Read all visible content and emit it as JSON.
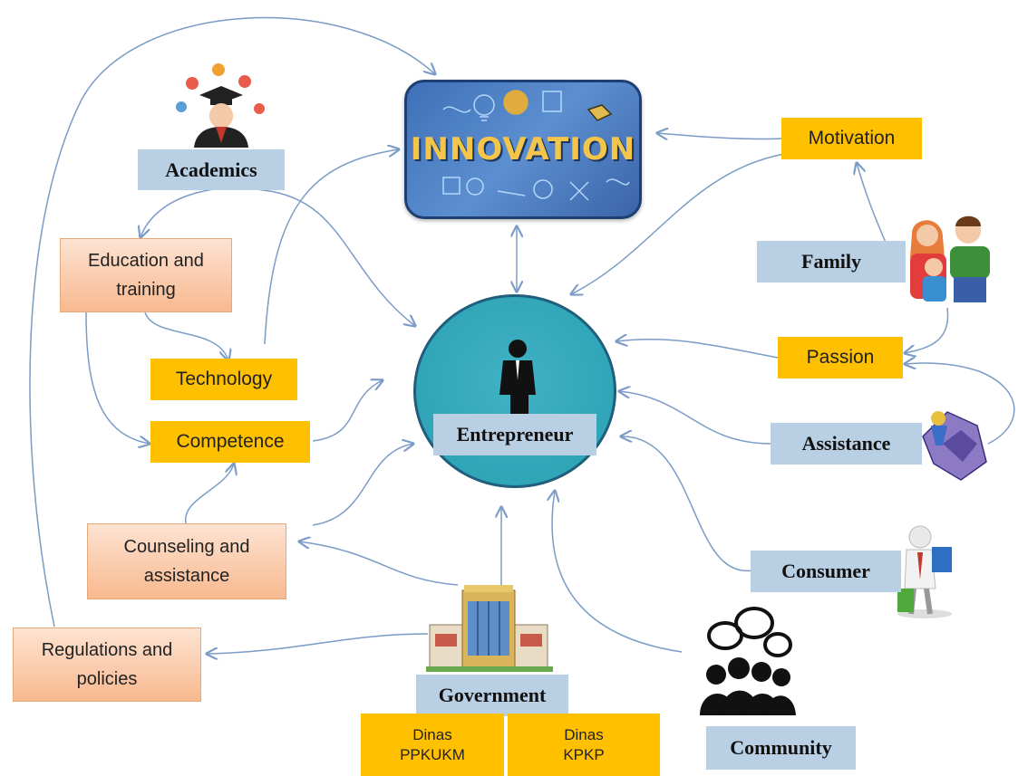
{
  "center": {
    "innovation": "INNOVATION",
    "entrepreneur": "Entrepreneur"
  },
  "nodes": {
    "academics": "Academics",
    "education": "Education and\ntraining",
    "technology": "Technology",
    "competence": "Competence",
    "counseling": "Counseling and\nassistance",
    "regulations": "Regulations  and\npolicies",
    "government": "Government",
    "dinas_ppkukm": "Dinas\nPPKUKM",
    "dinas_kpkp": "Dinas\nKPKP",
    "community": "Community",
    "consumer": "Consumer",
    "assistance": "Assistance",
    "passion": "Passion",
    "family": "Family",
    "motivation": "Motivation"
  },
  "colors": {
    "stakeholder_box": "#b9cfe4",
    "factor_box": "#ffc000",
    "program_box": "#f8b98f",
    "arrow": "#7a9cc6",
    "entrepreneur_circle": "#2b9fb3",
    "innovation_box": "#4a7fc4"
  },
  "icons": [
    "graduation-person-icon",
    "family-icon",
    "businessman-silhouette-icon",
    "puzzle-icon",
    "shopper-icon",
    "building-icon",
    "crowd-speech-icon"
  ]
}
